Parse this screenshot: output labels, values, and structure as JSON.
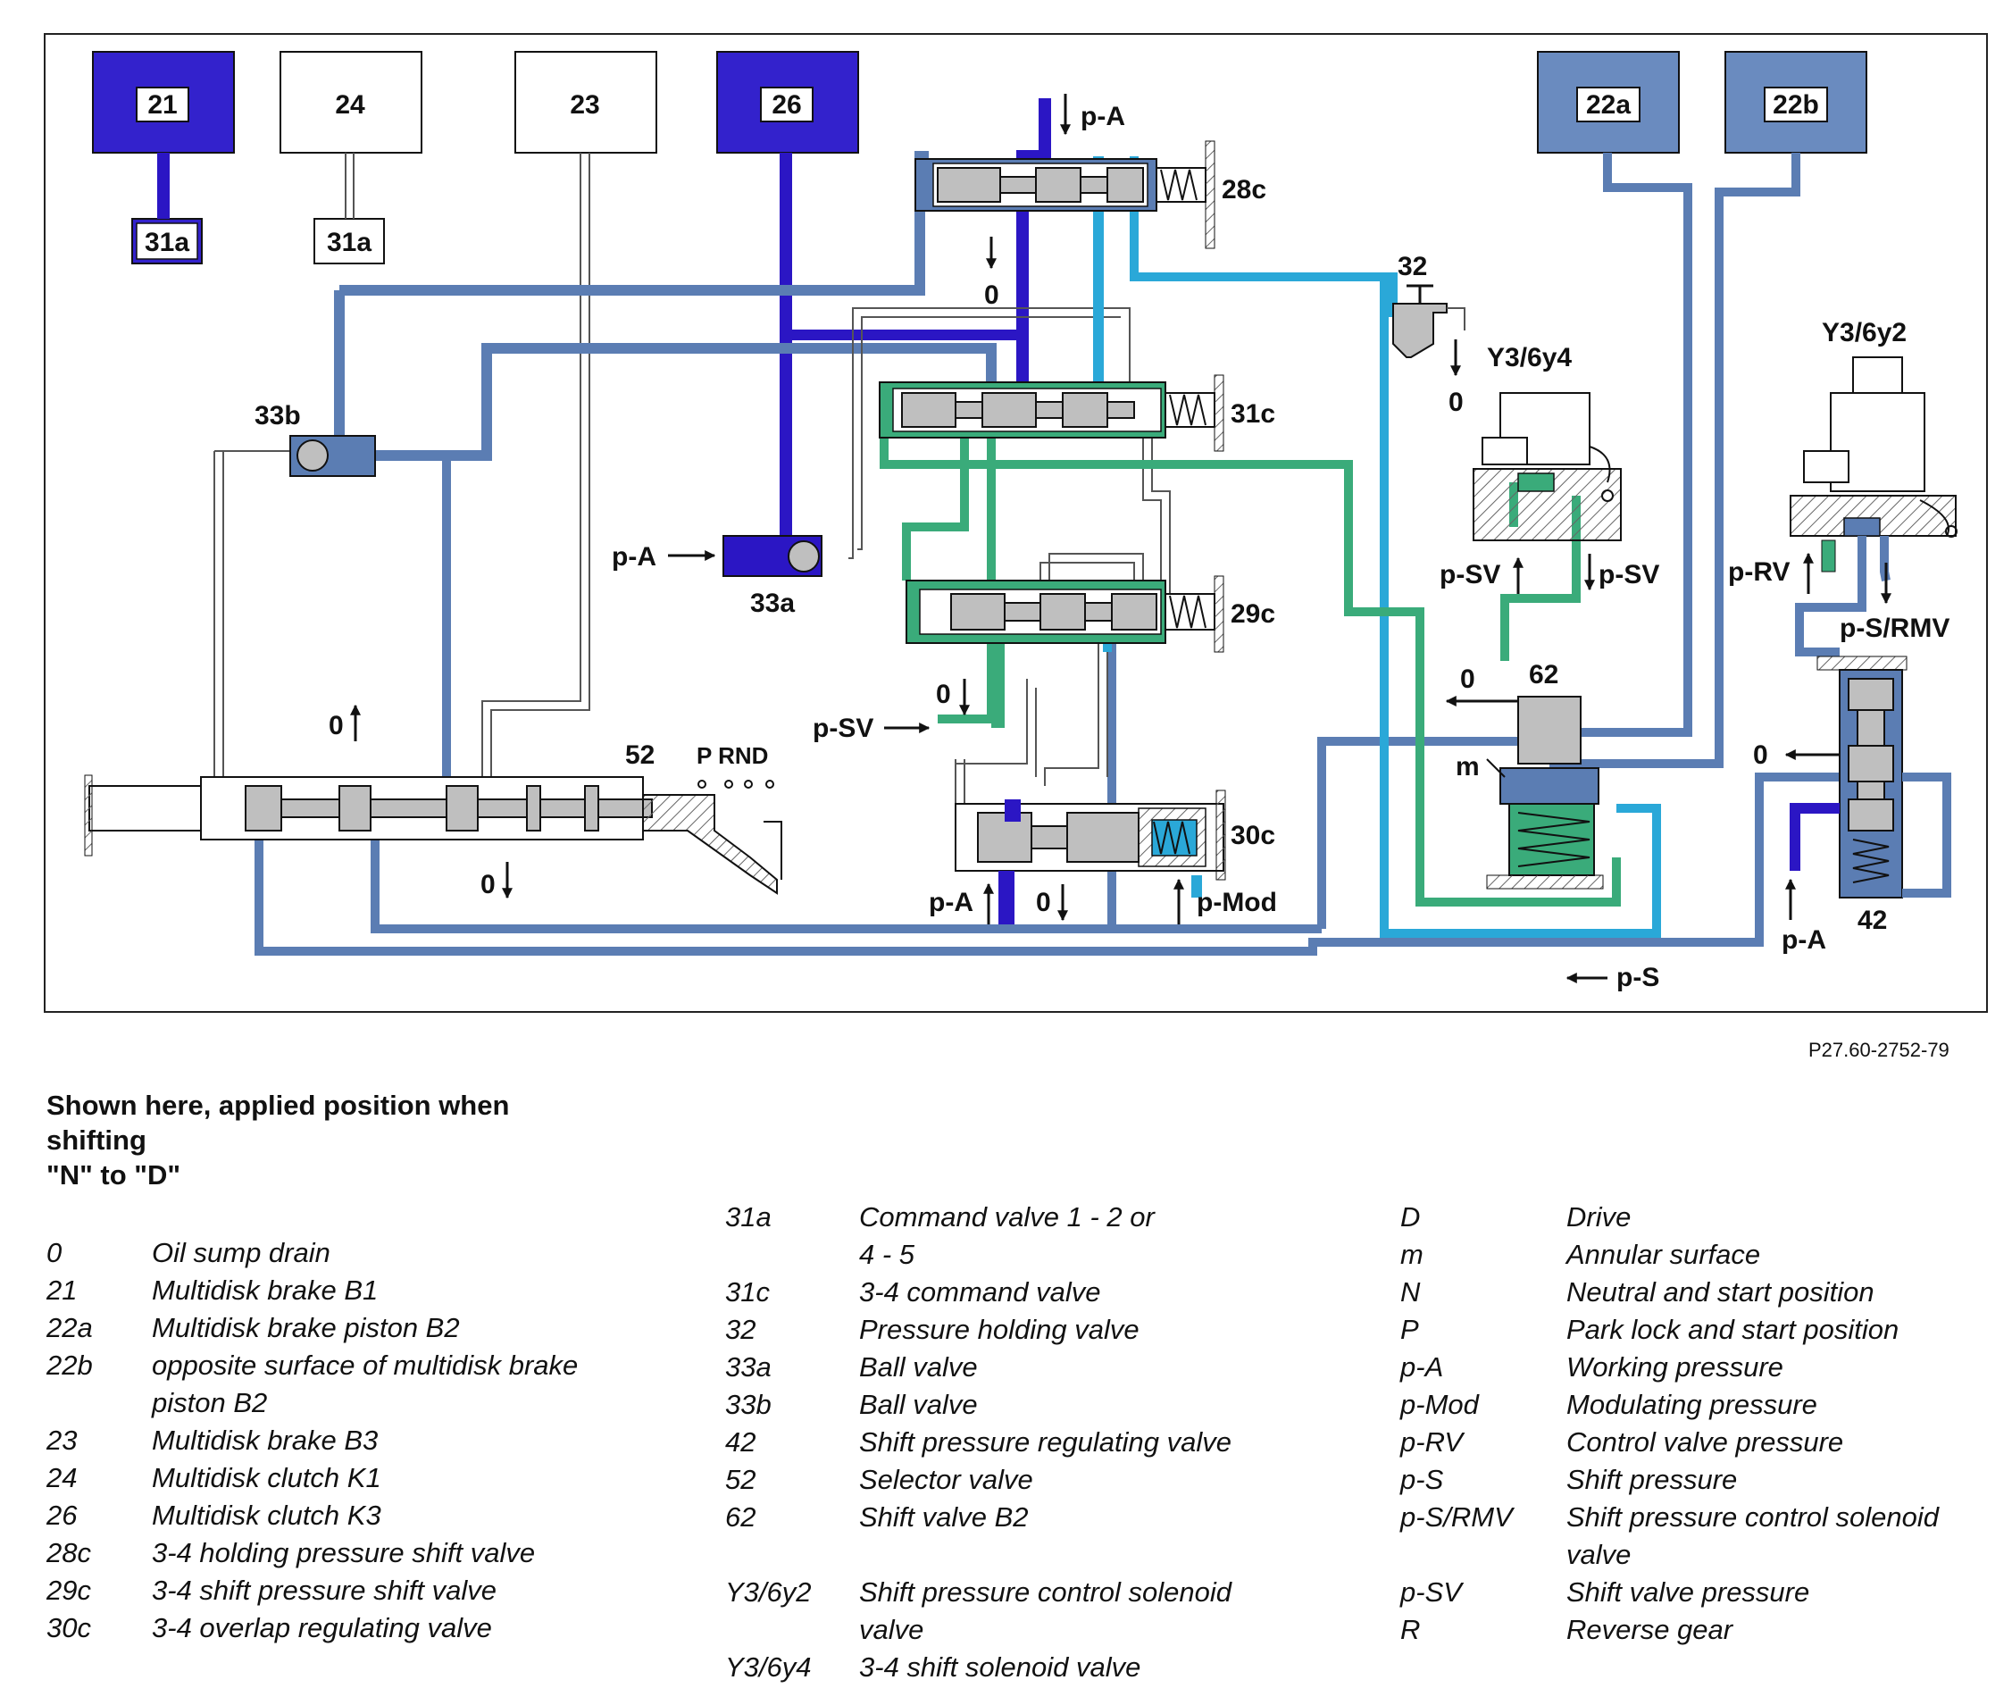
{
  "figure_id": "P27.60-2752-79",
  "caption": {
    "line1": "Shown here, applied position when",
    "line2": "shifting",
    "line3": "\"N\" to \"D\""
  },
  "diagram": {
    "components": {
      "b21": "21",
      "b24": "24",
      "b23": "23",
      "b26": "26",
      "b22a": "22a",
      "b22b": "22b",
      "v31a_1": "31a",
      "v31a_2": "31a",
      "v28c": "28c",
      "v31c": "31c",
      "v29c": "29c",
      "v30c": "30c",
      "v32": "32",
      "v33a": "33a",
      "v33b": "33b",
      "v52": "52",
      "v62": "62",
      "v42": "42",
      "m": "m",
      "y3_6y4": "Y3/6y4",
      "y3_6y2": "Y3/6y2",
      "prnd": "P RND"
    },
    "pressures": {
      "pa_top": "p-A",
      "pa_33a": "p-A",
      "pa_30c": "p-A",
      "pa_42": "p-A",
      "psv_29c": "p-SV",
      "psv_up": "p-SV",
      "psv_down": "p-SV",
      "prv": "p-RV",
      "psrmv": "p-S/RMV",
      "pmod": "p-Mod",
      "ps": "p-S"
    },
    "drains": {
      "d28c": "0",
      "d32": "0",
      "d29c": "0",
      "d52_up": "0",
      "d52_down": "0",
      "d30c": "0",
      "d62": "0",
      "d42": "0"
    },
    "colors": {
      "dark_blue": "#2b16c4",
      "steel_blue": "#5b7db3",
      "cyan": "#2aa8d8",
      "green": "#3aab7a",
      "valve_grey": "#bfbfbf",
      "k3_box": "#3322cc",
      "b2_box": "#6a8bbf"
    }
  },
  "legend": {
    "col1": [
      {
        "key": "0",
        "value": "Oil sump drain"
      },
      {
        "key": "21",
        "value": "Multidisk brake B1"
      },
      {
        "key": "22a",
        "value": "Multidisk brake piston B2"
      },
      {
        "key": "22b",
        "value": "opposite surface of multidisk brake",
        "cont": "piston B2"
      },
      {
        "key": "23",
        "value": "Multidisk brake B3"
      },
      {
        "key": "24",
        "value": "Multidisk clutch K1"
      },
      {
        "key": "26",
        "value": "Multidisk clutch K3"
      },
      {
        "key": "28c",
        "value": "3-4 holding pressure shift valve"
      },
      {
        "key": "29c",
        "value": "3-4 shift pressure shift valve"
      },
      {
        "key": "30c",
        "value": "3-4 overlap regulating valve"
      }
    ],
    "col2": [
      {
        "key": "31a",
        "value": "Command valve 1 - 2 or",
        "cont": "4 - 5"
      },
      {
        "key": "31c",
        "value": "3-4 command valve"
      },
      {
        "key": "32",
        "value": "Pressure holding valve"
      },
      {
        "key": "33a",
        "value": "Ball valve"
      },
      {
        "key": "33b",
        "value": "Ball valve"
      },
      {
        "key": "42",
        "value": "Shift pressure regulating valve"
      },
      {
        "key": "52",
        "value": "Selector valve"
      },
      {
        "key": "62",
        "value": "Shift valve B2"
      },
      {
        "key": "Y3/6y2",
        "value": "Shift pressure control solenoid",
        "cont": "valve"
      },
      {
        "key": "Y3/6y4",
        "value": "3-4 shift solenoid valve"
      }
    ],
    "col3": [
      {
        "key": "D",
        "value": "Drive"
      },
      {
        "key": "m",
        "value": "Annular surface"
      },
      {
        "key": "N",
        "value": "Neutral and start position"
      },
      {
        "key": "P",
        "value": "Park lock and start position"
      },
      {
        "key": "p-A",
        "value": "Working pressure"
      },
      {
        "key": "p-Mod",
        "value": "Modulating pressure"
      },
      {
        "key": "p-RV",
        "value": "Control valve pressure"
      },
      {
        "key": "p-S",
        "value": "Shift pressure"
      },
      {
        "key": "p-S/RMV",
        "value": "Shift pressure control solenoid",
        "cont": "valve"
      },
      {
        "key": "p-SV",
        "value": "Shift valve pressure"
      },
      {
        "key": "R",
        "value": "Reverse gear"
      }
    ]
  }
}
